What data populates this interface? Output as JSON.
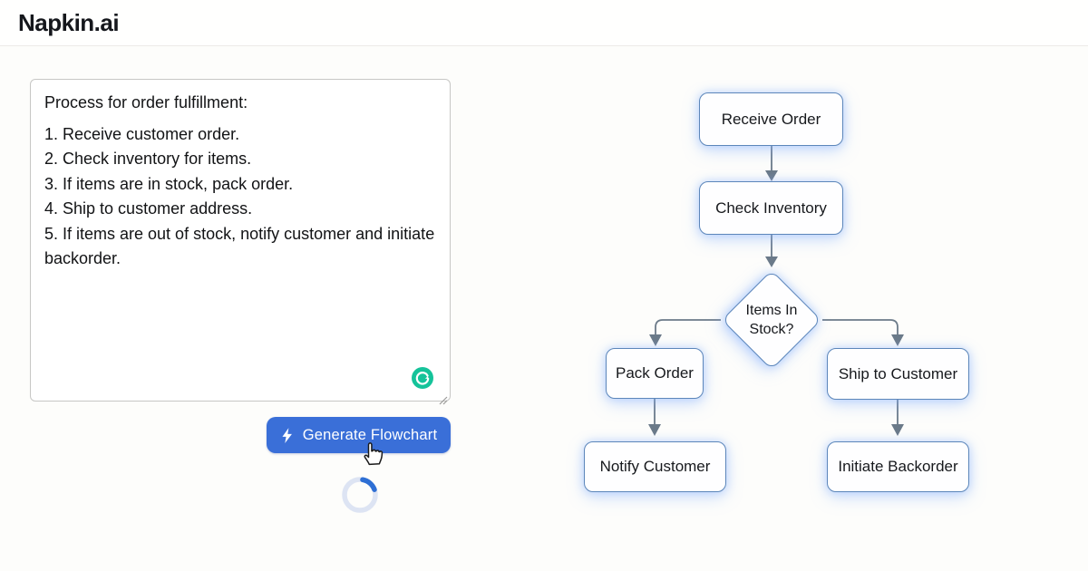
{
  "header": {
    "logo": "Napkin.ai"
  },
  "editor": {
    "title": "Process for order fulfillment:",
    "steps": [
      "1. Receive customer order.",
      "2. Check inventory for items.",
      "3. If items are in stock, pack order.",
      "4. Ship to customer address.",
      "5. If items are out of stock, notify customer and initiate backorder."
    ]
  },
  "toolbar": {
    "generate_label": "Generate Flowchart"
  },
  "flowchart": {
    "nodes": [
      {
        "id": "receive",
        "label": "Receive Order"
      },
      {
        "id": "check",
        "label": "Check Inventory"
      },
      {
        "id": "stock",
        "label": "Items In Stock?"
      },
      {
        "id": "pack",
        "label": "Pack Order"
      },
      {
        "id": "ship",
        "label": "Ship to Customer"
      },
      {
        "id": "notify",
        "label": "Notify Customer"
      },
      {
        "id": "backorder",
        "label": "Initiate Backorder"
      }
    ],
    "edges": [
      "Receive Order -> Check Inventory",
      "Check Inventory -> Items In Stock?",
      "Items In Stock? -> Pack Order",
      "Items In Stock? -> Ship to Customer",
      "Pack Order -> Notify Customer",
      "Ship to Customer -> Initiate Backorder"
    ]
  },
  "icons": {
    "grammarly": "grammarly-icon",
    "lightning": "lightning-bolt-icon",
    "spinner": "loading-spinner",
    "cursor": "hand-pointer-cursor",
    "resize": "textarea-resize-handle"
  },
  "colors": {
    "accent_blue": "#3a6fd8",
    "node_border": "#5c86ba",
    "node_glow": "#82afff",
    "edge_gray": "#6b7a89",
    "grammarly_green": "#15c39a",
    "spinner_track": "#dde4f3",
    "spinner_arc": "#2e6fd4"
  }
}
